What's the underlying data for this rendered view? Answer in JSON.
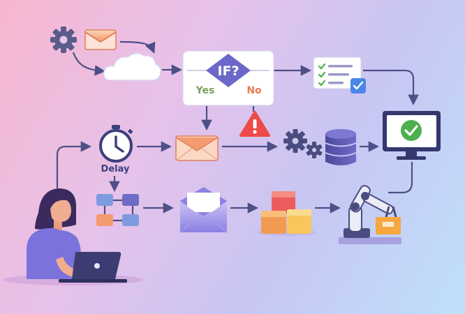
{
  "decision": {
    "condition": "IF?",
    "yes_label": "Yes",
    "no_label": "No"
  },
  "timer": {
    "label": "Delay"
  },
  "icons": {
    "settings": "gear-icon",
    "mail": "envelope-icon",
    "cloud": "cloud-icon",
    "checklist": "checklist-icon",
    "warning": "warning-icon",
    "database": "database-icon",
    "monitor": "monitor-check-icon",
    "stopwatch": "stopwatch-icon",
    "flowchart": "flowchart-icon",
    "boxes": "boxes-icon",
    "robot_arm": "robot-arm-icon",
    "person": "person-with-laptop"
  },
  "colors": {
    "arrow": "#4d4f86",
    "decision_diamond": "#6b68c9",
    "yes": "#7aa05c",
    "no": "#ea7b52",
    "warning": "#ee4a4a",
    "check": "#4caf50"
  }
}
